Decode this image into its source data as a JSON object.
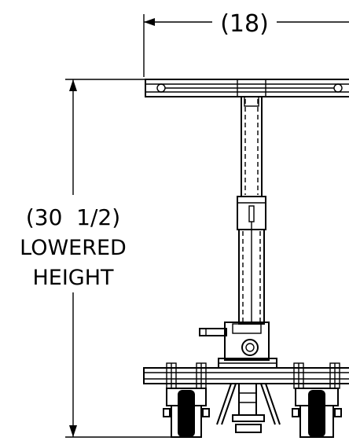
{
  "dimensions": {
    "width_label": "(18)",
    "height_value": "(30  1/2)",
    "height_line1": "LOWERED",
    "height_line2": "HEIGHT"
  }
}
